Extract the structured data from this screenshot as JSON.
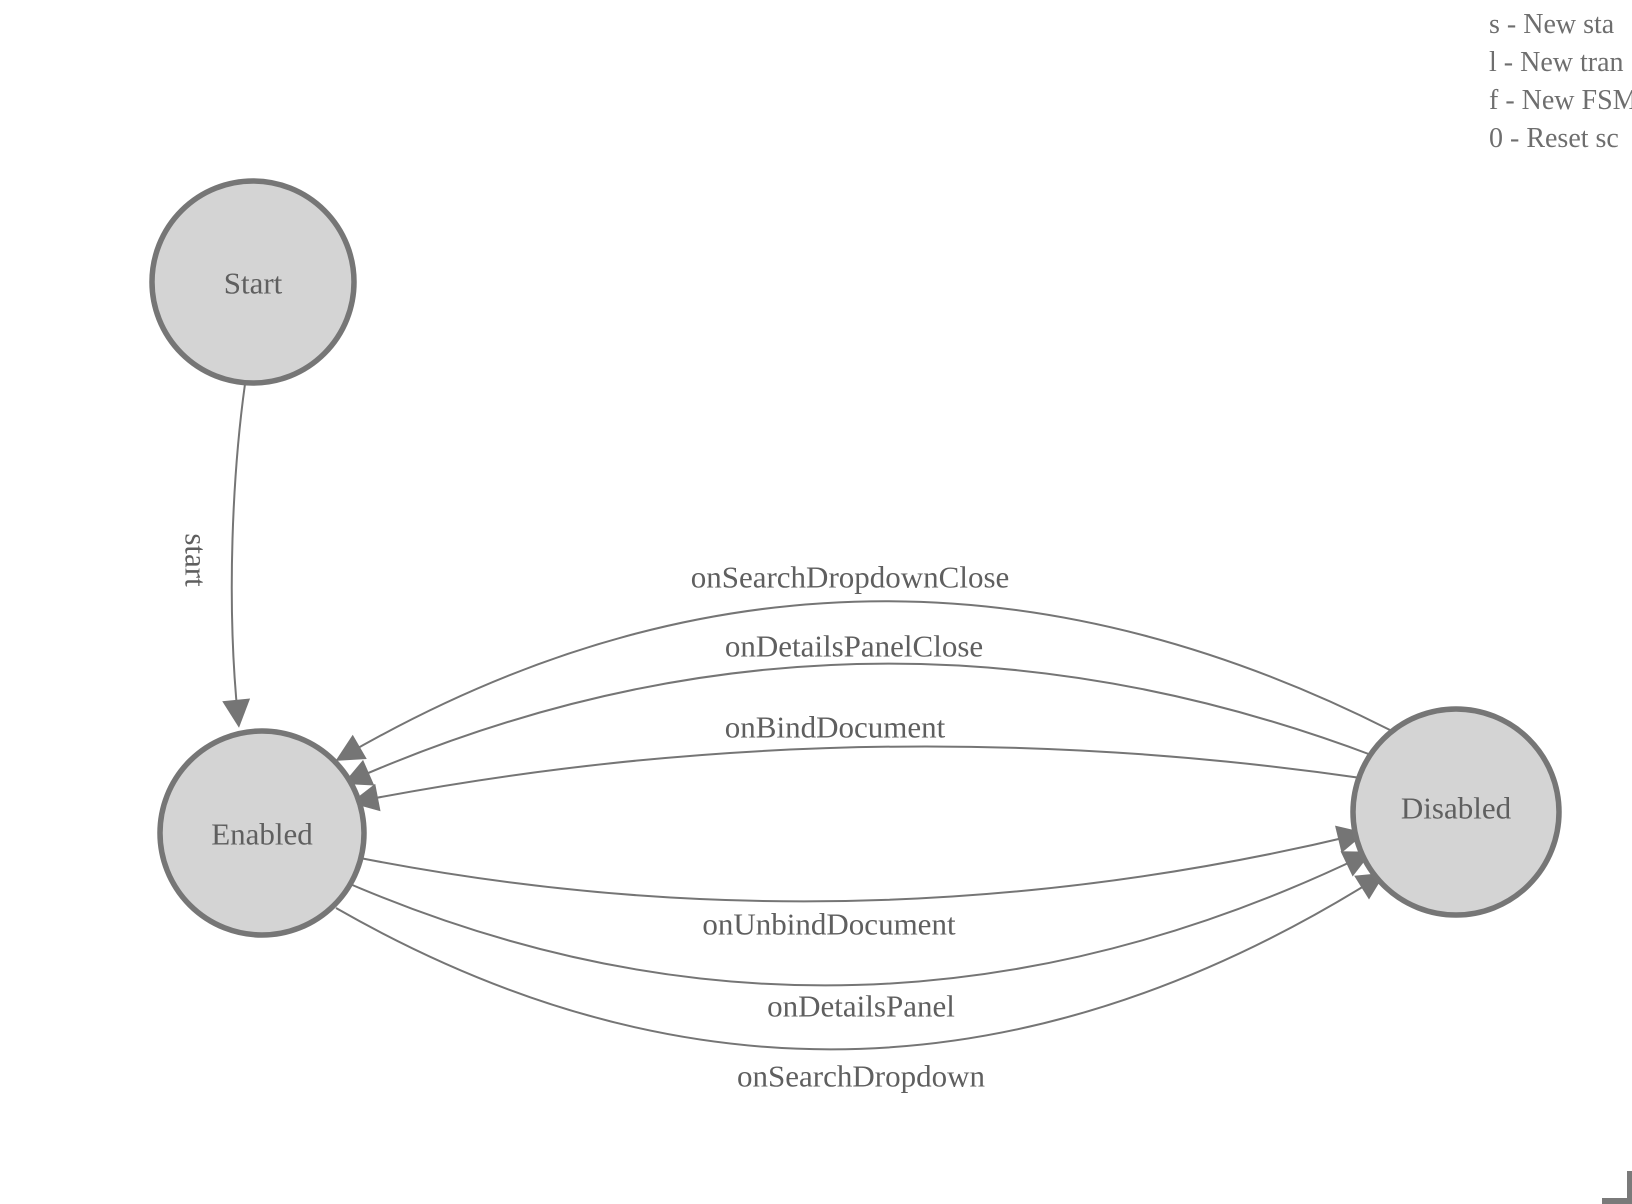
{
  "legend": {
    "lines": [
      "s - New sta",
      "l - New tran",
      "f - New FSM",
      "0 - Reset sc"
    ]
  },
  "fsm": {
    "states": {
      "start": {
        "label": "Start"
      },
      "enabled": {
        "label": "Enabled"
      },
      "disabled": {
        "label": "Disabled"
      }
    },
    "transitions": {
      "start": {
        "label": "start",
        "from": "Start",
        "to": "Enabled"
      },
      "onSearchDropdownClose": {
        "label": "onSearchDropdownClose",
        "from": "Disabled",
        "to": "Enabled"
      },
      "onDetailsPanelClose": {
        "label": "onDetailsPanelClose",
        "from": "Disabled",
        "to": "Enabled"
      },
      "onBindDocument": {
        "label": "onBindDocument",
        "from": "Disabled",
        "to": "Enabled"
      },
      "onUnbindDocument": {
        "label": "onUnbindDocument",
        "from": "Enabled",
        "to": "Disabled"
      },
      "onDetailsPanel": {
        "label": "onDetailsPanel",
        "from": "Enabled",
        "to": "Disabled"
      },
      "onSearchDropdown": {
        "label": "onSearchDropdown",
        "from": "Enabled",
        "to": "Disabled"
      }
    },
    "colors": {
      "state_fill": "#d4d4d4",
      "state_stroke": "#767676",
      "edge_stroke": "#757575",
      "arrow_fill": "#757575",
      "label_text": "#5f5f5f",
      "legend_text": "#6e6e6e"
    }
  }
}
